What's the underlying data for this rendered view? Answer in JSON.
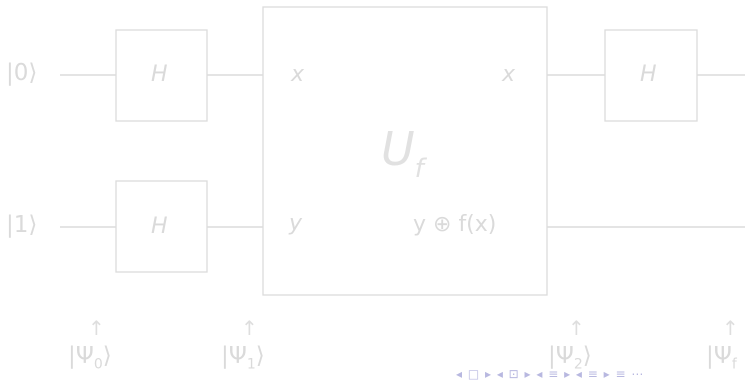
{
  "inputs": [
    {
      "ket": "|0⟩"
    },
    {
      "ket": "|1⟩"
    }
  ],
  "gates": {
    "h_label": "H"
  },
  "oracle": {
    "label_main": "U",
    "label_sub": "f",
    "in_x": "x",
    "in_y": "y",
    "out_x": "x",
    "out_y": "y ⊕ f(x)"
  },
  "states": [
    {
      "arrow": "↑",
      "psi": "|Ψ",
      "sub": "0",
      "close": "⟩"
    },
    {
      "arrow": "↑",
      "psi": "|Ψ",
      "sub": "1",
      "close": "⟩"
    },
    {
      "arrow": "↑",
      "psi": "|Ψ",
      "sub": "2",
      "close": "⟩"
    },
    {
      "arrow": "↑",
      "psi": "|Ψ",
      "sub": "f",
      "close": ""
    }
  ],
  "nav": {
    "symbols": "◂ □ ▸ ◂ ⊡ ▸ ◂ ≡ ▸ ◂ ≡ ▸ ≡ ⋯"
  },
  "colors": {
    "line": "#dcdcdc",
    "box": "#dcdcdc",
    "text": "#d9d9d9",
    "nav": "#b8b8e0"
  }
}
